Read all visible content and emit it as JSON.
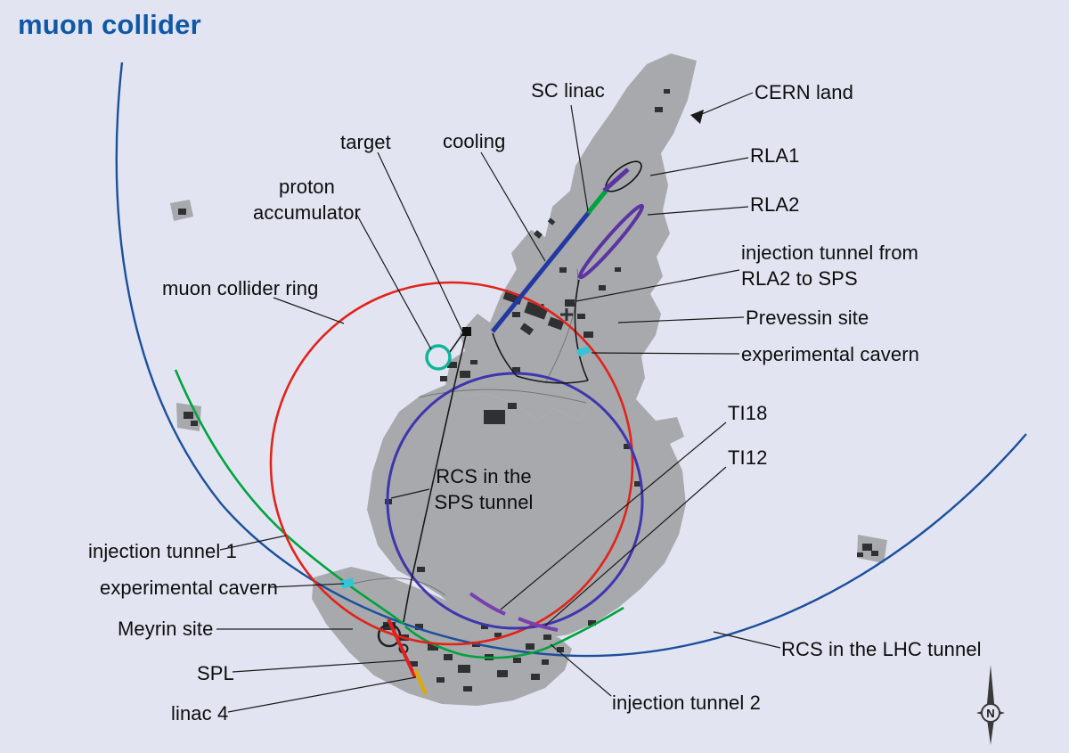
{
  "title": "muon collider",
  "compass": {
    "label": "N"
  },
  "labels": {
    "sc_linac": "SC linac",
    "cern_land": "CERN land",
    "target": "target",
    "cooling": "cooling",
    "rla1": "RLA1",
    "rla2": "RLA2",
    "proton_accumulator": "proton\naccumulator",
    "injection_rla2_sps": "injection tunnel from\nRLA2 to SPS",
    "prevessin_site": "Prevessin site",
    "experimental_cavern_north": "experimental cavern",
    "muon_collider_ring": "muon collider ring",
    "ti18": "TI18",
    "ti12": "TI12",
    "rcs_sps": "RCS in the\nSPS tunnel",
    "injection_tunnel_1": "injection tunnel 1",
    "experimental_cavern_south": "experimental cavern",
    "meyrin_site": "Meyrin site",
    "spl": "SPL",
    "linac4": "linac 4",
    "rcs_lhc": "RCS in the LHC tunnel",
    "injection_tunnel_2": "injection tunnel 2"
  },
  "colors": {
    "background": "#e2e5f1",
    "cern_land_gray": "#a7a9ac",
    "title_blue": "#1058a6",
    "muon_collider_ring_red": "#e2231a",
    "rcs_sps_indigo": "#3f35ae",
    "rcs_lhc_blue": "#1c4f9c",
    "injection_tunnel_green": "#00a33e",
    "sc_linac_blue": "#2338a0",
    "rla_purple": "#5c34a2",
    "ti_tunnel_violet": "#7a3fae",
    "proton_accumulator_teal": "#10b49a",
    "experimental_cavern_cyan": "#35c4d7",
    "spl_red": "#e02020",
    "linac4_yellow": "#e0a800",
    "label_black": "#0d0d0d"
  }
}
